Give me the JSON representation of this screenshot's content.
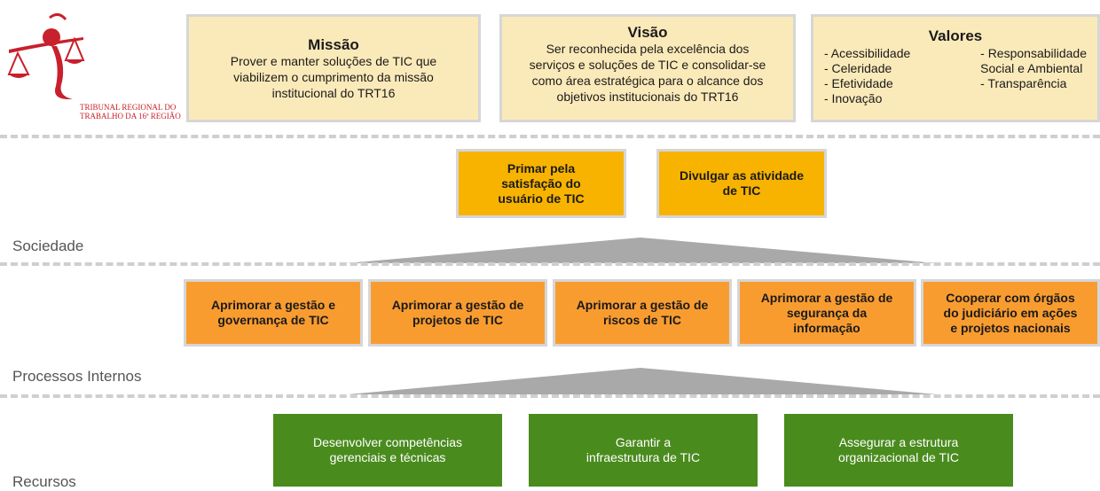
{
  "logo": {
    "line1": "TRIBUNAL REGIONAL DO",
    "line2": "TRABALHO DA 16ª REGIÃO"
  },
  "missao": {
    "title": "Missão",
    "lines": [
      "Prover e manter soluções de TIC que",
      "viabilizem o cumprimento da missão",
      "institucional do TRT16"
    ]
  },
  "visao": {
    "title": "Visão",
    "lines": [
      "Ser reconhecida pela excelência dos",
      "serviços e soluções de TIC e consolidar-se",
      "como área estratégica para o alcance dos",
      "objetivos institucionais do TRT16"
    ]
  },
  "valores": {
    "title": "Valores",
    "col1": [
      "- Acessibilidade",
      "- Celeridade",
      "- Efetividade",
      "- Inovação"
    ],
    "col2": [
      "- Responsabilidade",
      "Social e Ambiental",
      "- Transparência"
    ]
  },
  "sociedade": {
    "label": "Sociedade",
    "objectives": [
      [
        "Primar pela",
        "satisfação do",
        "usuário de TIC"
      ],
      [
        "Divulgar as atividade",
        "de TIC"
      ]
    ]
  },
  "processos": {
    "label": "Processos Internos",
    "objectives": [
      [
        "Aprimorar a gestão e",
        "governança de TIC"
      ],
      [
        "Aprimorar a gestão de",
        "projetos de TIC"
      ],
      [
        "Aprimorar a gestão de",
        "riscos de TIC"
      ],
      [
        "Aprimorar a gestão de",
        "segurança da",
        "informação"
      ],
      [
        "Cooperar com órgãos",
        "do judiciário em ações",
        "e projetos nacionais"
      ]
    ]
  },
  "recursos": {
    "label": "Recursos",
    "objectives": [
      [
        "Desenvolver competências",
        "gerenciais e técnicas"
      ],
      [
        "Garantir a",
        "infraestrutura de TIC"
      ],
      [
        "Assegurar a estrutura",
        "organizacional de TIC"
      ]
    ]
  },
  "colors": {
    "top_box": "#fbeab9",
    "sociedade": "#f7b300",
    "processos": "#f99c30",
    "recursos": "#4a8b1e",
    "logo": "#c8202c"
  }
}
